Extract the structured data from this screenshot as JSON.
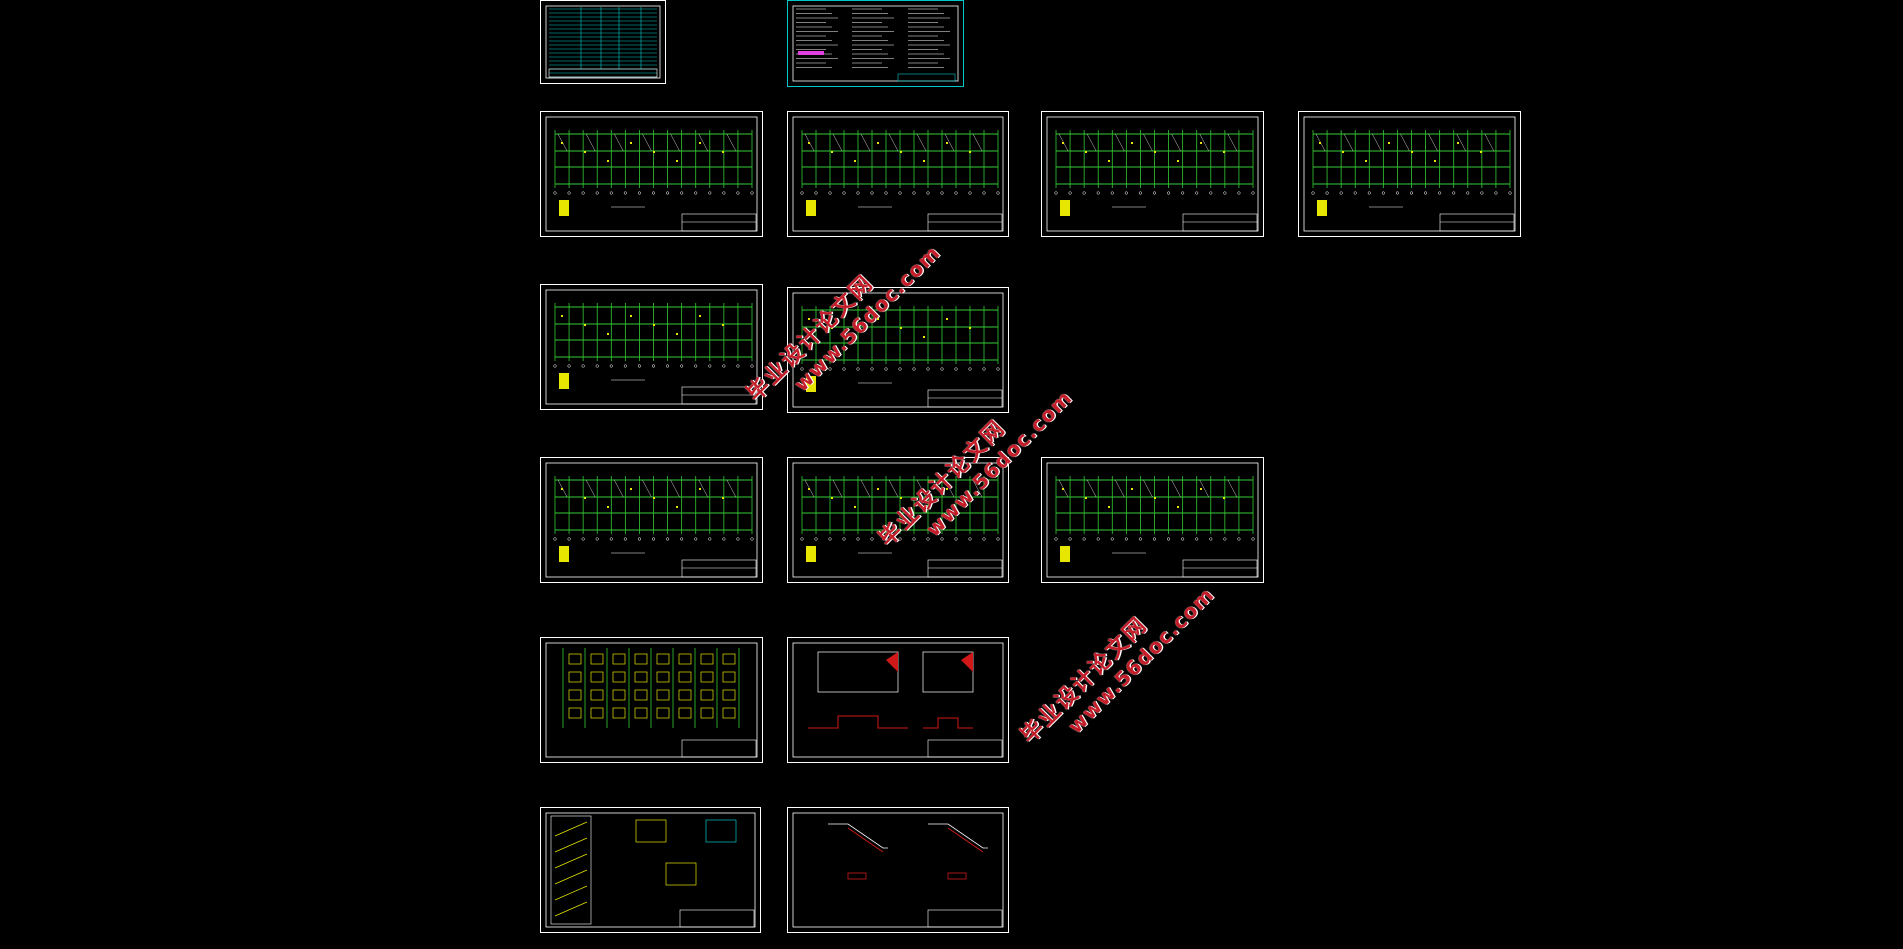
{
  "viewer": {
    "background_color": "#000000",
    "line_colors": {
      "frame": "#ffffff",
      "grid": "#33cc33",
      "cyan": "#00c8c8",
      "yellow": "#e6e600",
      "red": "#d01818",
      "magenta": "#e040e0"
    }
  },
  "sheets": [
    {
      "id": "index-table",
      "kind": "table"
    },
    {
      "id": "general-notes",
      "kind": "notes"
    },
    {
      "id": "plan-1",
      "kind": "plan"
    },
    {
      "id": "plan-2",
      "kind": "plan"
    },
    {
      "id": "plan-3",
      "kind": "plan"
    },
    {
      "id": "plan-4",
      "kind": "plan"
    },
    {
      "id": "plan-5",
      "kind": "plan-sparse"
    },
    {
      "id": "plan-6",
      "kind": "plan-sparse"
    },
    {
      "id": "plan-7",
      "kind": "plan"
    },
    {
      "id": "plan-8",
      "kind": "plan"
    },
    {
      "id": "plan-9",
      "kind": "plan"
    },
    {
      "id": "foundation-plan",
      "kind": "foundation"
    },
    {
      "id": "foundation-detail",
      "kind": "detail"
    },
    {
      "id": "stair-section",
      "kind": "stair"
    },
    {
      "id": "stair-detail",
      "kind": "stair-detail"
    }
  ],
  "watermarks": [
    {
      "line1": "毕业设计论文网",
      "line2": "www.56doc.com"
    },
    {
      "line1": "毕业设计论文网",
      "line2": "www.56doc.com"
    },
    {
      "line1": "毕业设计论文网",
      "line2": "www.56doc.com"
    }
  ]
}
